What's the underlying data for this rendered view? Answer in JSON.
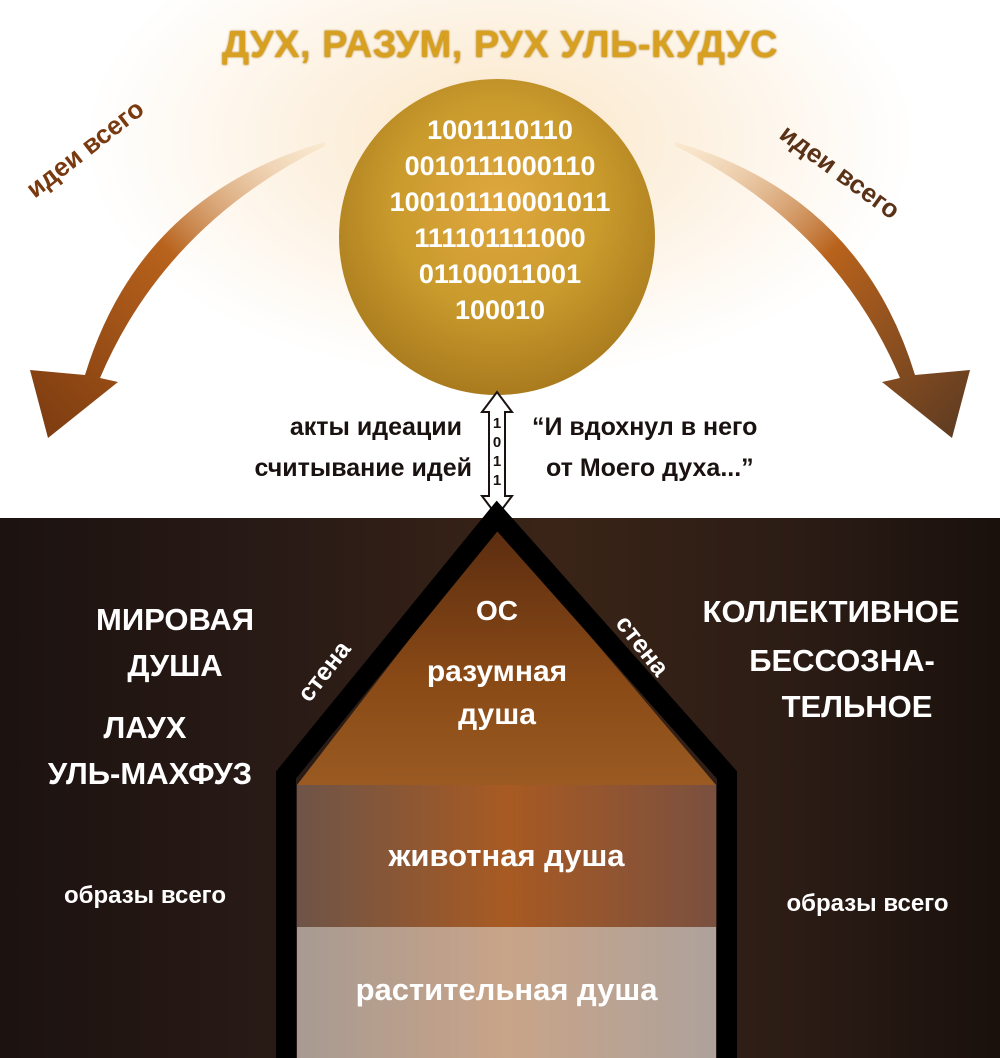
{
  "title": "ДУХ, РАЗУМ, РУХ УЛЬ-КУДУС",
  "binary_lines": [
    "1001110110",
    "0010111000110",
    "100101110001011",
    "111101111000",
    "01100011001",
    "100010"
  ],
  "arrow_left_label": "идеи всего",
  "arrow_right_label": "идеи всего",
  "left_caption": {
    "line1": "акты идеации",
    "line2": "считывание идей"
  },
  "right_caption": {
    "line1": "“И вдохнул в него",
    "line2": "от Моего духа...”"
  },
  "connector_digits": [
    "1",
    "0",
    "1",
    "1"
  ],
  "house": {
    "os": "ОС",
    "rational_soul": {
      "line1": "разумная",
      "line2": "душа"
    },
    "animal_soul": "животная душа",
    "vegetative_soul": "растительная душа",
    "wall_left": "стена",
    "wall_right": "стена"
  },
  "left_side": {
    "world_soul": {
      "line1": "МИРОВАЯ",
      "line2": "ДУША"
    },
    "lawh": {
      "line1": "ЛАУХ",
      "line2": "УЛЬ-МАХФУЗ"
    },
    "images": "образы всего"
  },
  "right_side": {
    "collective": {
      "line1": "КОЛЛЕКТИВНОЕ",
      "line2": "БЕССОЗНА-",
      "line3": "ТЕЛЬНОЕ"
    },
    "images": "образы всего"
  },
  "colors": {
    "gold": "#d8a020",
    "orb": "#c89a2a",
    "arrow": "#9a4a12",
    "dark_bg": "#241712"
  }
}
